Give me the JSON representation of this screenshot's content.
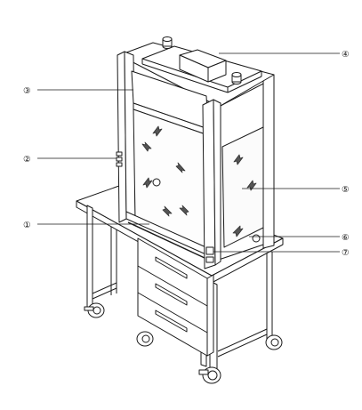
{
  "callouts": [
    {
      "id": "c1",
      "label": "①"
    },
    {
      "id": "c2",
      "label": "②"
    },
    {
      "id": "c3",
      "label": "③"
    },
    {
      "id": "c4",
      "label": "④"
    },
    {
      "id": "c5",
      "label": "⑤"
    },
    {
      "id": "c6",
      "label": "⑥"
    },
    {
      "id": "c7",
      "label": "⑦"
    }
  ],
  "colors": {
    "line": "#1a1a1a",
    "fill": "#ffffff",
    "shade": "#bdbdbd"
  }
}
